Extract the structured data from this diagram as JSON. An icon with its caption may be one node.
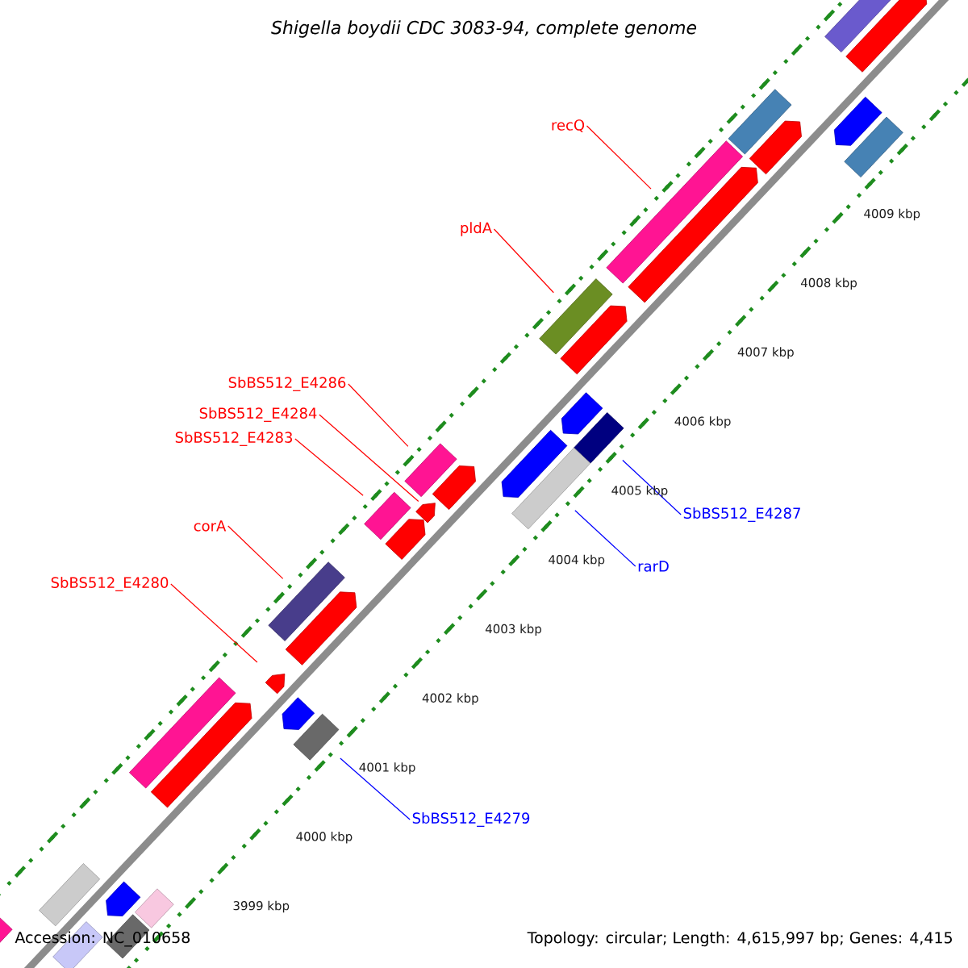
{
  "diagram": {
    "title": "Shigella boydii CDC 3083-94, complete genome",
    "nodes": [
      {
        "text": [
          "recQ"
        ]
      },
      {
        "text": [
          "pldA"
        ]
      },
      {
        "text": [
          "SbBS512_E4286"
        ]
      },
      {
        "text": [
          "SbBS512_E4284"
        ]
      },
      {
        "text": [
          "SbBS512_E4283"
        ]
      },
      {
        "text": [
          "corA"
        ]
      },
      {
        "text": [
          "SbBS512_E4280"
        ]
      },
      {
        "text": [
          "SbBS512_E4287"
        ]
      },
      {
        "text": [
          "rarD"
        ]
      },
      {
        "text": [
          "SbBS512_E4279"
        ]
      },
      {
        "text": [],
        "shape": "bar"
      },
      {
        "text": [],
        "shape": "bar"
      },
      {
        "text": [],
        "shape": "bar"
      },
      {
        "text": [],
        "shape": "bar"
      },
      {
        "text": [],
        "shape": "bar"
      },
      {
        "text": [],
        "shape": "bar"
      },
      {
        "text": [],
        "shape": "bar"
      },
      {
        "text": [],
        "shape": "bar"
      },
      {
        "text": [],
        "shape": "bar"
      },
      {
        "text": [],
        "shape": "bar"
      },
      {
        "text": [],
        "shape": "bar"
      }
    ],
    "edges": [
      {
        "from": 0,
        "to": 10,
        "arrow": "none"
      },
      {
        "from": 1,
        "to": 11,
        "arrow": "none"
      },
      {
        "from": 2,
        "to": 12,
        "arrow": "none"
      },
      {
        "from": 3,
        "to": 13,
        "arrow": "none"
      },
      {
        "from": 4,
        "to": 14,
        "arrow": "none"
      },
      {
        "from": 5,
        "to": 15,
        "arrow": "none"
      },
      {
        "from": 6,
        "to": 16,
        "arrow": "none"
      },
      {
        "from": 7,
        "to": 17,
        "arrow": "none",
        "color": "#0000ff"
      },
      {
        "from": 8,
        "to": 18,
        "arrow": "none",
        "color": "#0000ff"
      },
      {
        "from": 9,
        "to": 19,
        "arrow": "none",
        "color": "#0000ff"
      }
    ],
    "labels": [
      "4009 kbp",
      "4008 kbp",
      "4007 kbp",
      "4006 kbp",
      "4005 kbp",
      "4004 kbp",
      "4003 kbp",
      "4002 kbp",
      "4001 kbp",
      "4000 kbp",
      "3999 kbp",
      "Accession: NC_010658",
      "Topology: circular; Length: 4,615,997 bp; Genes: 4,415"
    ]
  }
}
